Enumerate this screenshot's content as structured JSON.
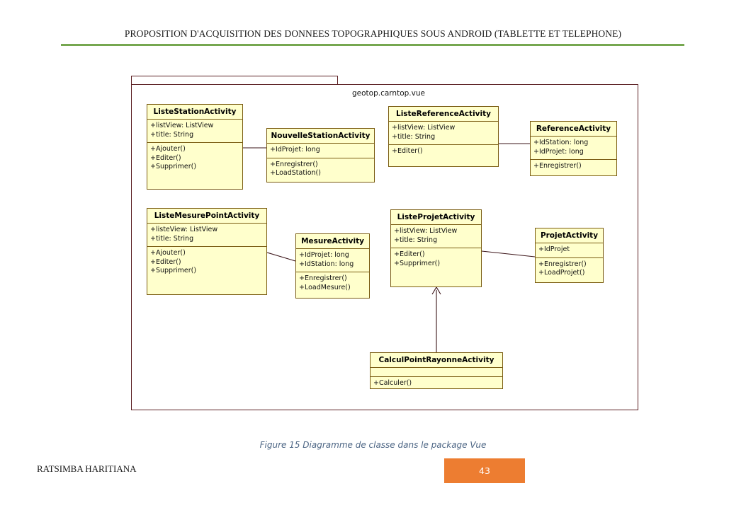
{
  "header": {
    "title": "PROPOSITION D'ACQUISITION DES DONNEES TOPOGRAPHIQUES SOUS ANDROID (TABLETTE ET TELEPHONE)",
    "rule_color": "#76a750"
  },
  "diagram": {
    "package_label": "geotop.carntop.vue",
    "frame_border_color": "#5b1f22",
    "class_fill_color": "#ffffcc",
    "class_border_color": "#7a5c12",
    "classes": [
      {
        "name": "ListeStationActivity",
        "attributes": [
          "+listView: ListView",
          "+title: String"
        ],
        "operations": [
          "+Ajouter()",
          "+Editer()",
          "+Supprimer()"
        ]
      },
      {
        "name": "NouvelleStationActivity",
        "attributes": [
          "+IdProjet: long"
        ],
        "operations": [
          "+Enregistrer()",
          "+LoadStation()"
        ]
      },
      {
        "name": "ListeReferenceActivity",
        "attributes": [
          "+listView: ListView",
          "+title: String"
        ],
        "operations": [
          "+Editer()"
        ]
      },
      {
        "name": "ReferenceActivity",
        "attributes": [
          "+IdStation: long",
          "+IdProjet: long"
        ],
        "operations": [
          "+Enregistrer()"
        ]
      },
      {
        "name": "ListeMesurePointActivity",
        "attributes": [
          "+listeView: ListView",
          "+title: String"
        ],
        "operations": [
          "+Ajouter()",
          "+Editer()",
          "+Supprimer()"
        ]
      },
      {
        "name": "MesureActivity",
        "attributes": [
          "+IdProjet: long",
          "+IdStation: long"
        ],
        "operations": [
          "+Enregistrer()",
          "+LoadMesure()"
        ]
      },
      {
        "name": "ListeProjetActivity",
        "attributes": [
          "+listView: ListView",
          "+title: String"
        ],
        "operations": [
          "+Editer()",
          "+Supprimer()"
        ]
      },
      {
        "name": "ProjetActivity",
        "attributes": [
          "+IdProjet"
        ],
        "operations": [
          "+Enregistrer()",
          "+LoadProjet()"
        ]
      },
      {
        "name": "CalculPointRayonneActivity",
        "attributes": [],
        "operations": [
          "+Calculer()"
        ]
      }
    ]
  },
  "caption": {
    "text": "Figure 15 Diagramme de classe dans le package Vue",
    "color": "#4c6584"
  },
  "footer": {
    "author": "RATSIMBA HARITIANA",
    "page_number": "43",
    "page_box_color": "#ed7d31"
  }
}
